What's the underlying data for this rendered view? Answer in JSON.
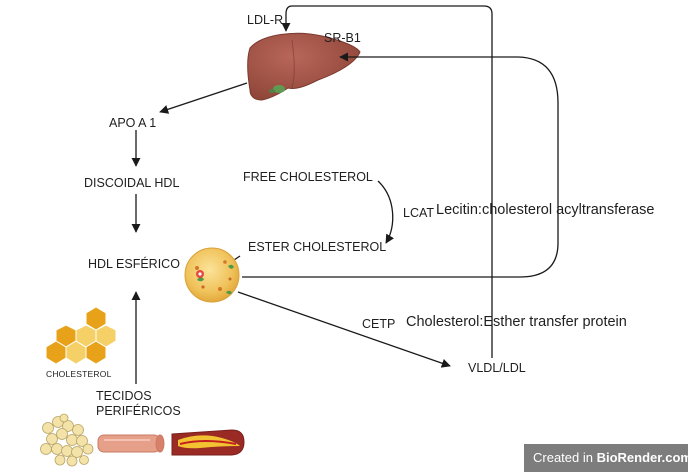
{
  "labels": {
    "ldl_r": "LDL-R",
    "sr_b1": "SR-B1",
    "apo_a1": "APO A 1",
    "discoidal_hdl": "DISCOIDAL HDL",
    "hdl_esferico": "HDL ESFÉRICO",
    "free_cholesterol": "FREE CHOLESTEROL",
    "ester_cholesterol": "ESTER CHOLESTEROL",
    "lcat": "LCAT",
    "lcat_full": "Lecitin:cholesterol acyltransferase",
    "cetp": "CETP",
    "cetp_full": "Cholesterol:Esther transfer protein",
    "vldl_ldl": "VLDL/LDL",
    "tecidos_line1": "TECIDOS",
    "tecidos_line2": "PERIFÉRICOS",
    "cholesterol_icon_label": "CHOLESTEROL"
  },
  "watermark": {
    "prefix": "Created in ",
    "brand": "BioRender.com"
  },
  "colors": {
    "liver": "#a8584a",
    "liver_dark": "#8e4638",
    "gallbladder": "#5f9a52",
    "hdl_particle": "#f0c25a",
    "hexagon_gold": "#e8a21a",
    "hexagon_light": "#f4d067",
    "vessel": "#e6a08a",
    "plaque": "#f2c232",
    "arrow": "#1a1a1a",
    "badge_bg": "#7d7d7d"
  },
  "icons": [
    "liver-icon",
    "hdl-particle-icon",
    "cholesterol-hexagon-icon",
    "adipose-tissue-icon",
    "blood-vessel-icon",
    "atherosclerotic-vessel-icon"
  ]
}
